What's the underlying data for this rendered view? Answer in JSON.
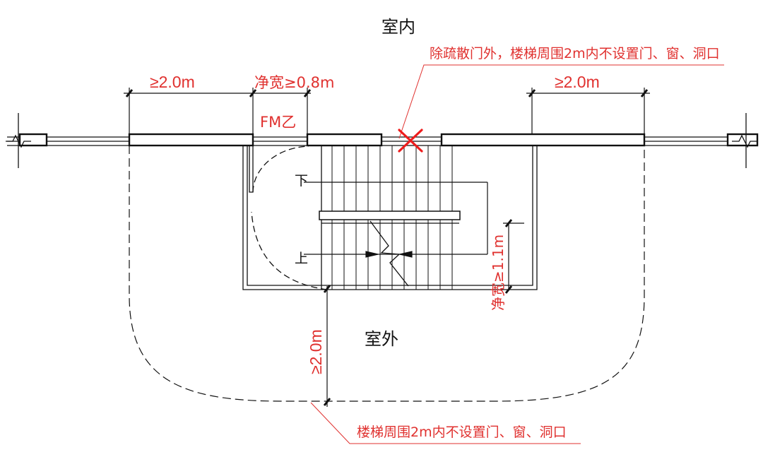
{
  "labels": {
    "indoor": "室内",
    "outdoor": "室外",
    "door_code": "FM乙",
    "down": "下",
    "up": "上"
  },
  "dimensions": {
    "left_wall_min": "≥2.0m",
    "door_clear_width": "净宽≥0.8m",
    "right_wall_min": "≥2.0m",
    "outdoor_distance": "≥2.0m",
    "landing_clear_width": "净宽≥1.1m"
  },
  "annotations": {
    "top_note": "除疏散门外，楼梯周围2m内不设置门、窗、洞口",
    "bottom_note": "楼梯周围2m内不设置门、窗、洞口"
  },
  "colors": {
    "line": "#111111",
    "annotation": "#e0312f",
    "cross_mark": "#ee1c1c",
    "background": "#ffffff"
  },
  "symbols": {
    "forbidden_mark": "cross-icon",
    "wall_break": "break-line-icon"
  }
}
